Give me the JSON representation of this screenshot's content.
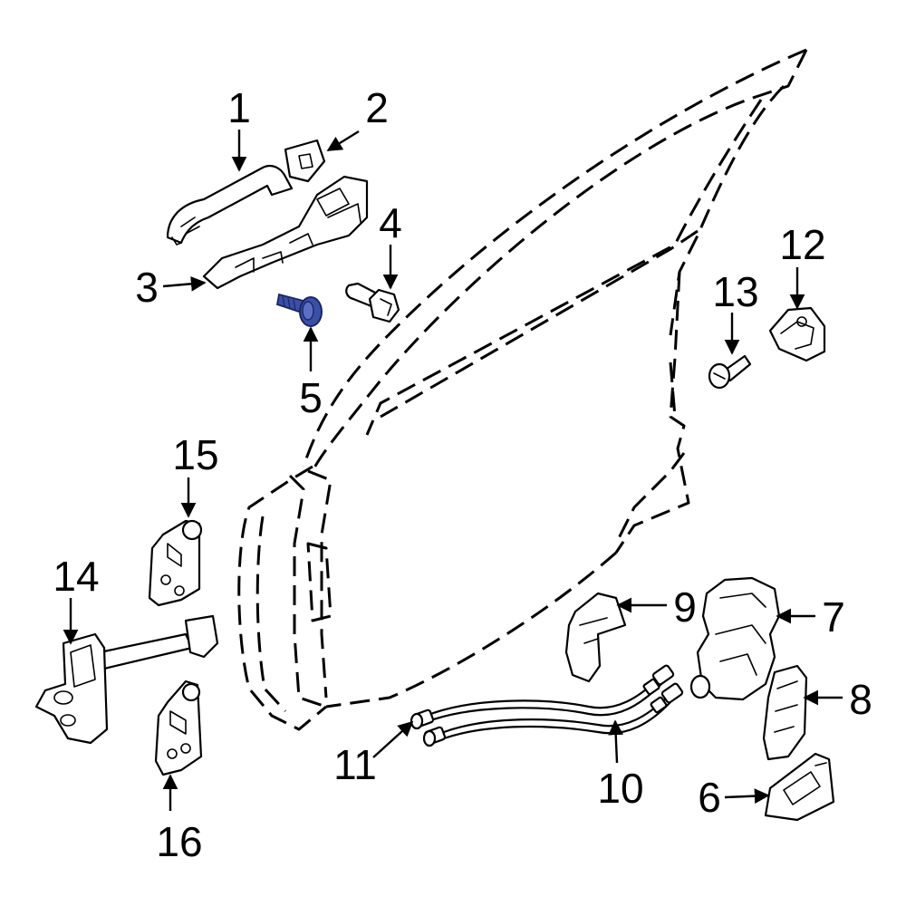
{
  "colors": {
    "highlight_fill": "#3a4fa8",
    "highlight_stroke": "#1b2560",
    "line": "#000000",
    "background": "#ffffff"
  },
  "callouts": [
    {
      "id": "1",
      "label": "1"
    },
    {
      "id": "2",
      "label": "2"
    },
    {
      "id": "3",
      "label": "3"
    },
    {
      "id": "4",
      "label": "4"
    },
    {
      "id": "5",
      "label": "5"
    },
    {
      "id": "6",
      "label": "6"
    },
    {
      "id": "7",
      "label": "7"
    },
    {
      "id": "8",
      "label": "8"
    },
    {
      "id": "9",
      "label": "9"
    },
    {
      "id": "10",
      "label": "10"
    },
    {
      "id": "11",
      "label": "11"
    },
    {
      "id": "12",
      "label": "12"
    },
    {
      "id": "13",
      "label": "13"
    },
    {
      "id": "14",
      "label": "14"
    },
    {
      "id": "15",
      "label": "15"
    },
    {
      "id": "16",
      "label": "16"
    }
  ],
  "highlighted_part": "5"
}
